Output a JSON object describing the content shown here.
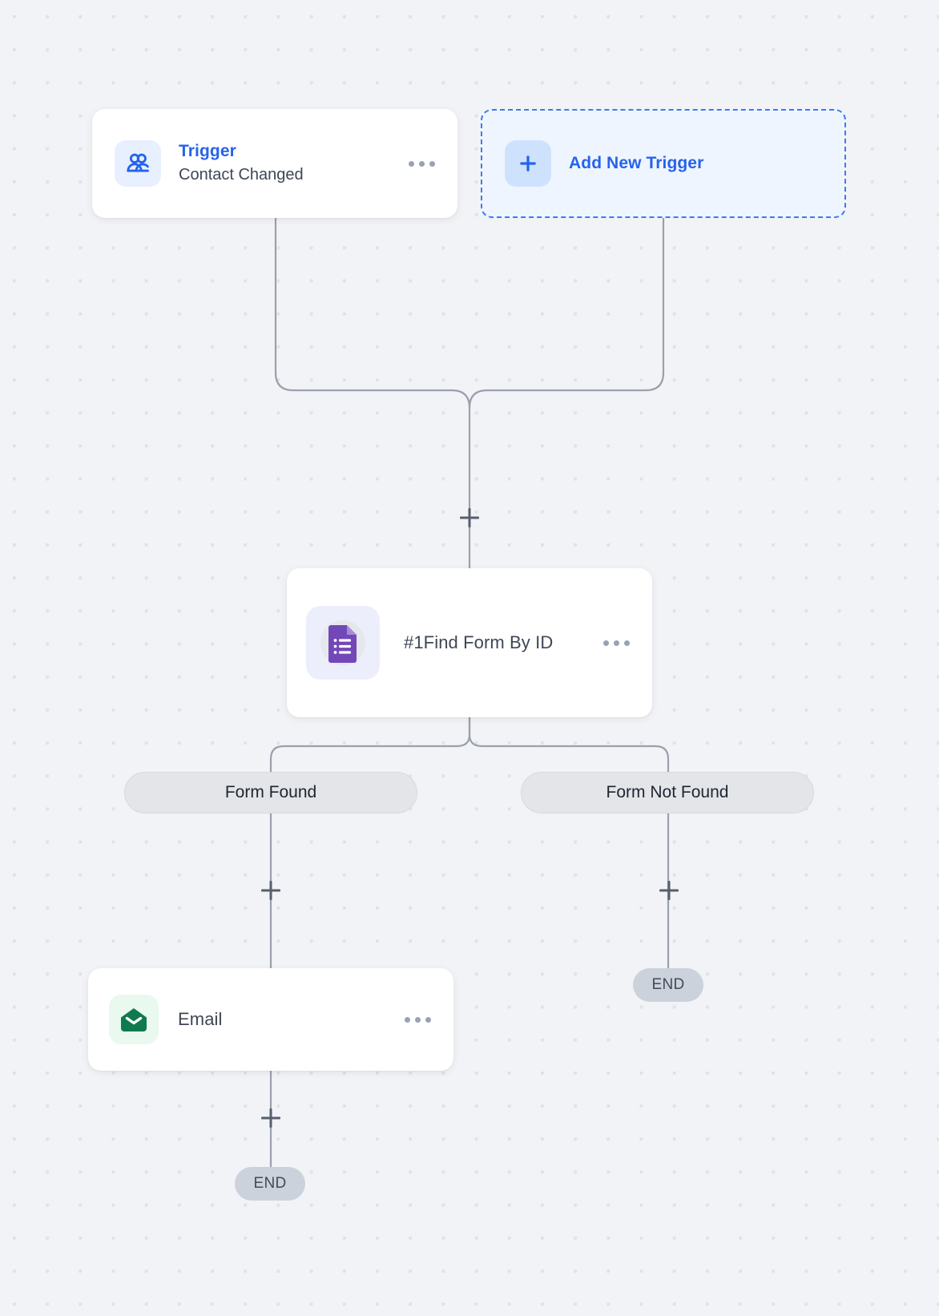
{
  "canvas": {
    "background_color": "#f2f3f6",
    "dot_color": "#e0e2e6",
    "edge_color": "#9aa1ac"
  },
  "trigger_node": {
    "icon": "contacts-people-icon",
    "icon_color": "#2563eb",
    "title": "Trigger",
    "subtitle": "Contact Changed",
    "menu": "more-options-icon"
  },
  "add_trigger_node": {
    "icon": "plus-icon",
    "label": "Add New Trigger",
    "accent_color": "#2563eb"
  },
  "form_node": {
    "icon": "google-forms-icon",
    "icon_color": "#7248b9",
    "title": "#1Find Form By ID",
    "menu": "more-options-icon"
  },
  "email_node": {
    "icon": "email-envelope-icon",
    "icon_color": "#0f7a4d",
    "title": "Email",
    "menu": "more-options-icon"
  },
  "branches": [
    {
      "label": "Form Found"
    },
    {
      "label": "Form Not Found"
    }
  ],
  "end_badges": [
    {
      "label": "END"
    },
    {
      "label": "END"
    }
  ],
  "add_buttons": [
    {
      "name": "add-step-after-trigger"
    },
    {
      "name": "add-step-form-found"
    },
    {
      "name": "add-step-form-not-found"
    },
    {
      "name": "add-step-after-email"
    }
  ]
}
